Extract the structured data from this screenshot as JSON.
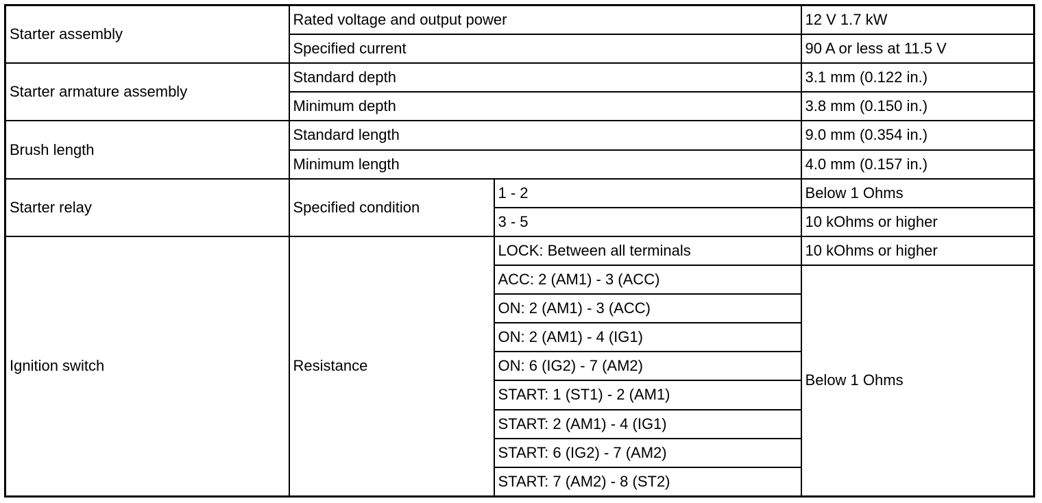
{
  "rows": {
    "starter_assembly": {
      "component": "Starter assembly",
      "items": [
        {
          "condition": "Rated voltage and output power",
          "value": "12 V 1.7 kW"
        },
        {
          "condition": "Specified current",
          "value": "90 A or less at 11.5 V"
        }
      ]
    },
    "starter_armature": {
      "component": "Starter armature assembly",
      "items": [
        {
          "condition": "Standard depth",
          "value": "3.1 mm (0.122 in.)"
        },
        {
          "condition": "Minimum depth",
          "value": "3.8 mm (0.150 in.)"
        }
      ]
    },
    "brush_length": {
      "component": "Brush length",
      "items": [
        {
          "condition": "Standard length",
          "value": "9.0 mm (0.354 in.)"
        },
        {
          "condition": "Minimum length",
          "value": "4.0 mm (0.157 in.)"
        }
      ]
    },
    "starter_relay": {
      "component": "Starter relay",
      "condition": "Specified condition",
      "items": [
        {
          "terminals": "1 - 2",
          "value": "Below 1 Ohms"
        },
        {
          "terminals": "3 - 5",
          "value": "10 kOhms or higher"
        }
      ]
    },
    "ignition_switch": {
      "component": "Ignition switch",
      "condition": "Resistance",
      "lock": {
        "terminals": "LOCK: Between all terminals",
        "value": "10 kOhms or higher"
      },
      "connections": [
        "ACC: 2 (AM1) - 3 (ACC)",
        "ON: 2 (AM1) - 3 (ACC)",
        "ON: 2 (AM1) - 4 (IG1)",
        "ON: 6 (IG2) - 7 (AM2)",
        "START: 1 (ST1) - 2 (AM1)",
        "START: 2 (AM1) - 4 (IG1)",
        "START: 6 (IG2) - 7 (AM2)",
        "START: 7 (AM2) - 8 (ST2)"
      ],
      "connections_value": "Below 1 Ohms"
    }
  }
}
